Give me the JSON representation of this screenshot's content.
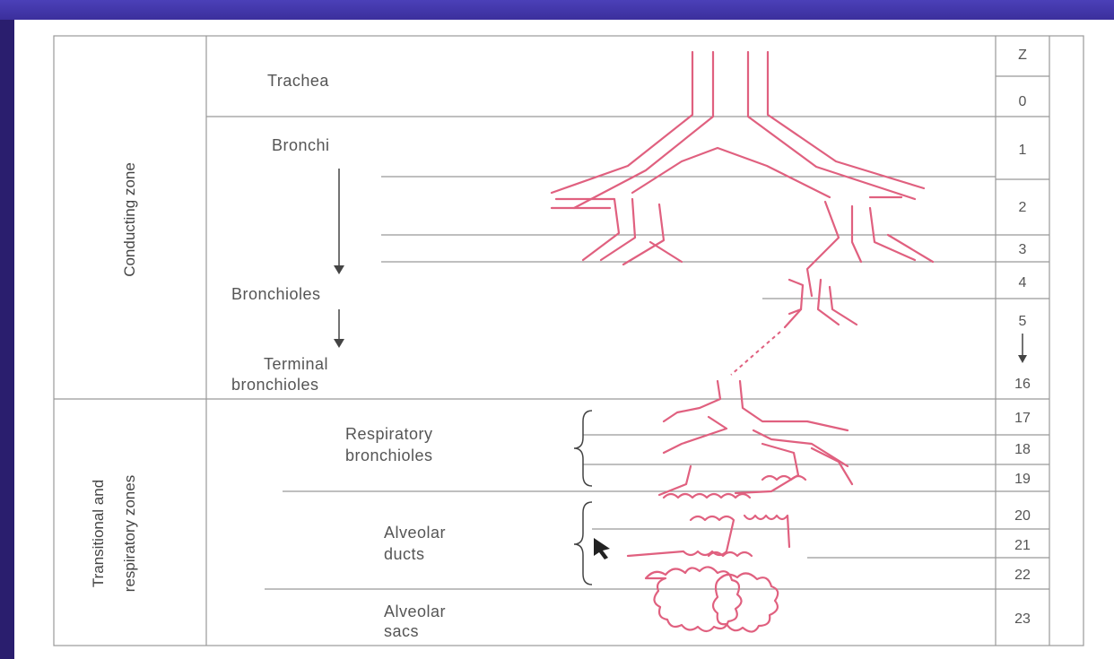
{
  "zones": {
    "conducting": "Conducting zone",
    "transitional_line1": "Transitional and",
    "transitional_line2": "respiratory zones"
  },
  "structures": {
    "trachea": "Trachea",
    "bronchi": "Bronchi",
    "bronchioles": "Bronchioles",
    "terminal_line1": "Terminal",
    "terminal_line2": "bronchioles",
    "respiratory_line1": "Respiratory",
    "respiratory_line2": "bronchioles",
    "ducts_line1": "Alveolar",
    "ducts_line2": "ducts",
    "sacs_line1": "Alveolar",
    "sacs_line2": "sacs"
  },
  "generation_column": {
    "header": "Z",
    "values": [
      "0",
      "1",
      "2",
      "3",
      "4",
      "5",
      "16",
      "17",
      "18",
      "19",
      "20",
      "21",
      "22",
      "23"
    ]
  },
  "colors": {
    "airway": "#e0607f",
    "background": "#3a2d8f",
    "panel": "#ffffff"
  }
}
